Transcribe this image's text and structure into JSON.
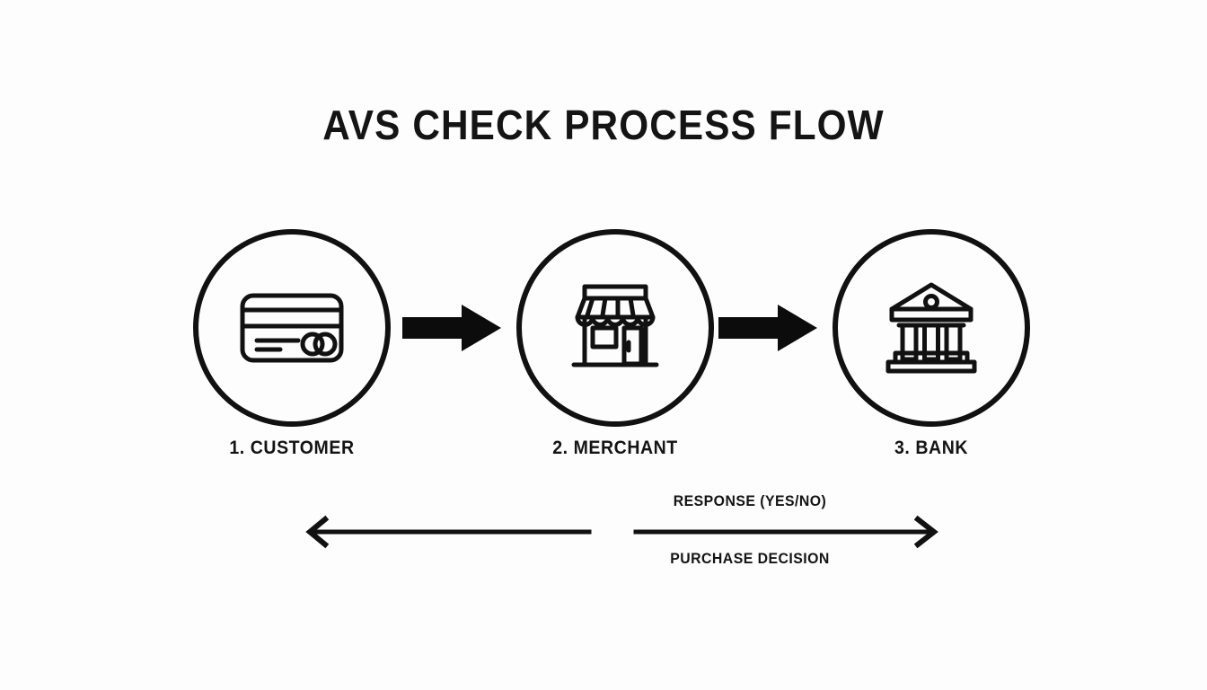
{
  "diagram": {
    "title": "AVS CHECK PROCESS FLOW",
    "background_color": "#fdfdfd",
    "stroke_color": "#111111",
    "nodes": [
      {
        "id": "customer",
        "label": "1. CUSTOMER",
        "icon": "credit-card-icon"
      },
      {
        "id": "merchant",
        "label": "2. MERCHANT",
        "icon": "storefront-icon"
      },
      {
        "id": "bank",
        "label": "3. BANK",
        "icon": "bank-building-icon"
      }
    ],
    "connectors": [
      {
        "id": "customer-to-merchant",
        "style": "block-arrow",
        "direction": "right",
        "label": ""
      },
      {
        "id": "merchant-to-bank",
        "style": "block-arrow",
        "direction": "right",
        "label": ""
      }
    ],
    "feedback": {
      "left_arrow": {
        "direction": "left",
        "from": "merchant",
        "to": "customer"
      },
      "right_arrow": {
        "direction": "right",
        "from": "merchant",
        "to": "bank"
      },
      "label_above": "RESPONSE (YES/NO)",
      "label_below": "PURCHASE DECISION"
    }
  }
}
